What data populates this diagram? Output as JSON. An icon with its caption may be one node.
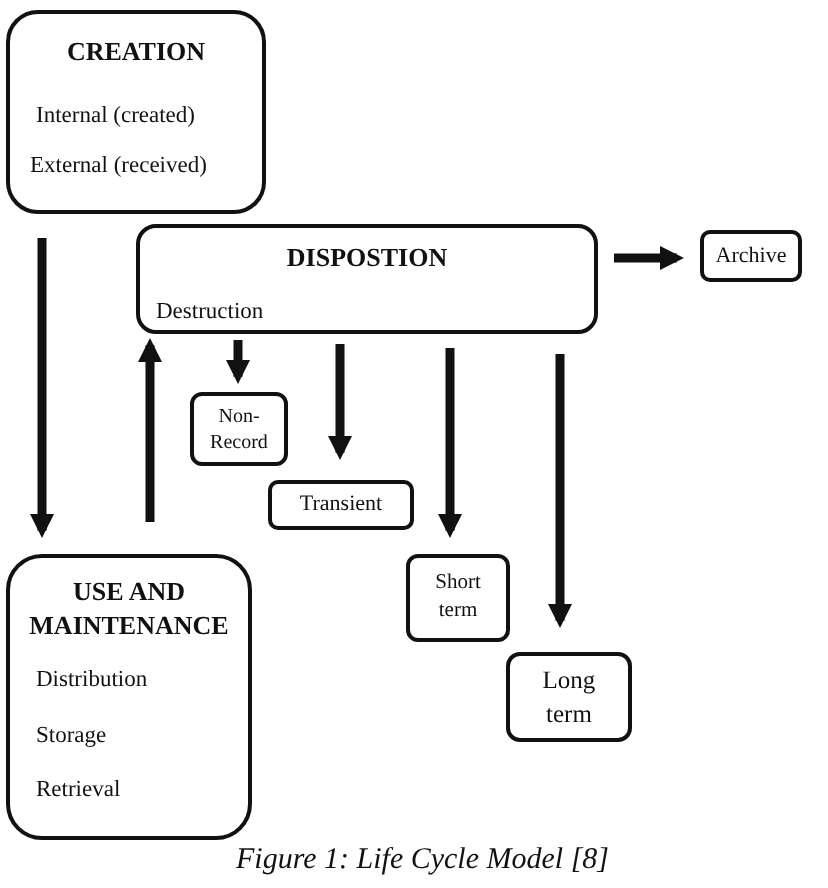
{
  "diagram": {
    "caption": "Figure 1: Life Cycle Model [8]",
    "nodes": [
      {
        "text": [
          "CREATION",
          "Internal (created)",
          "External (received)"
        ]
      },
      {
        "text": [
          "DISPOSTION",
          "Destruction"
        ]
      },
      {
        "text": [
          "Archive"
        ]
      },
      {
        "text": [
          "Non-Record"
        ]
      },
      {
        "text": [
          "Transient"
        ]
      },
      {
        "text": [
          "USE AND MAINTENANCE",
          "Distribution",
          "Storage",
          "Retrieval"
        ]
      },
      {
        "text": [
          "Short term"
        ]
      },
      {
        "text": [
          "Long term"
        ]
      }
    ],
    "edges": [
      {
        "from": 0,
        "to": 5,
        "arrow": "to"
      },
      {
        "from": 5,
        "to": 1,
        "arrow": "to"
      },
      {
        "from": 1,
        "to": 2,
        "arrow": "to"
      },
      {
        "from": 1,
        "to": 3,
        "arrow": "to"
      },
      {
        "from": 1,
        "to": 4,
        "arrow": "to"
      },
      {
        "from": 1,
        "to": 6,
        "arrow": "to"
      },
      {
        "from": 1,
        "to": 7,
        "arrow": "to"
      }
    ]
  }
}
